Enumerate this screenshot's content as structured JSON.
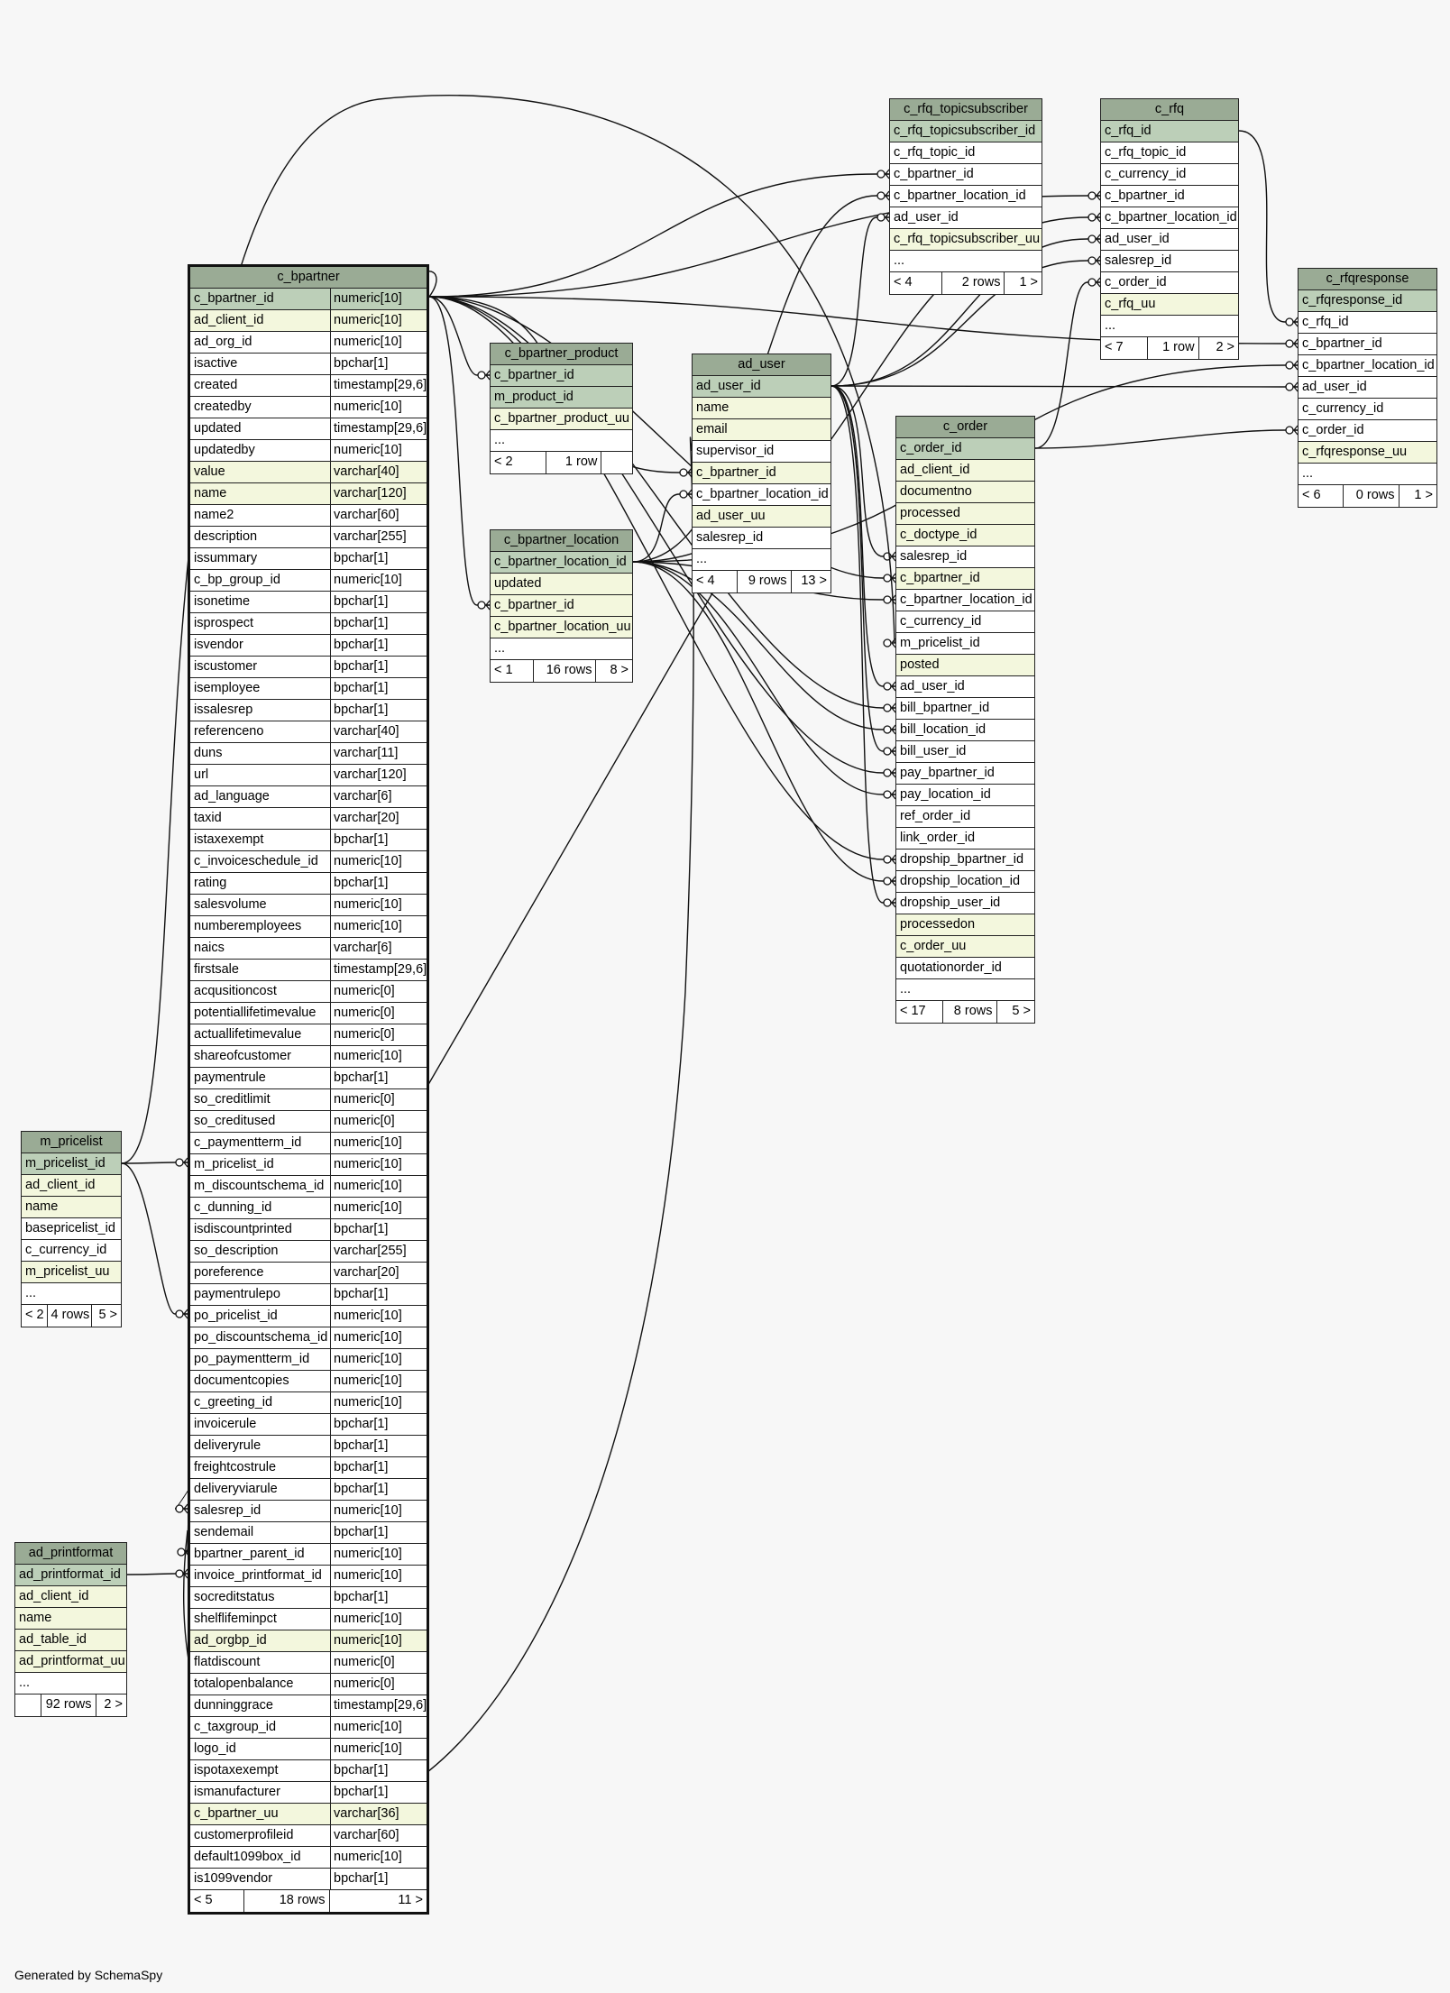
{
  "footer": "Generated by SchemaSpy",
  "colors": {
    "header": "#9aab95",
    "primary_key": "#bccfb8",
    "indexed": "#f3f7dd",
    "plain": "#ffffff",
    "background": "#f7f7f7"
  },
  "tables": [
    {
      "id": "c_bpartner",
      "name": "c_bpartner",
      "focus": true,
      "columns": [
        {
          "name": "c_bpartner_id",
          "type": "numeric[10]",
          "style": "pk"
        },
        {
          "name": "ad_client_id",
          "type": "numeric[10]",
          "style": "idx"
        },
        {
          "name": "ad_org_id",
          "type": "numeric[10]",
          "style": ""
        },
        {
          "name": "isactive",
          "type": "bpchar[1]",
          "style": ""
        },
        {
          "name": "created",
          "type": "timestamp[29,6]",
          "style": ""
        },
        {
          "name": "createdby",
          "type": "numeric[10]",
          "style": ""
        },
        {
          "name": "updated",
          "type": "timestamp[29,6]",
          "style": ""
        },
        {
          "name": "updatedby",
          "type": "numeric[10]",
          "style": ""
        },
        {
          "name": "value",
          "type": "varchar[40]",
          "style": "idx"
        },
        {
          "name": "name",
          "type": "varchar[120]",
          "style": "idx"
        },
        {
          "name": "name2",
          "type": "varchar[60]",
          "style": ""
        },
        {
          "name": "description",
          "type": "varchar[255]",
          "style": ""
        },
        {
          "name": "issummary",
          "type": "bpchar[1]",
          "style": ""
        },
        {
          "name": "c_bp_group_id",
          "type": "numeric[10]",
          "style": ""
        },
        {
          "name": "isonetime",
          "type": "bpchar[1]",
          "style": ""
        },
        {
          "name": "isprospect",
          "type": "bpchar[1]",
          "style": ""
        },
        {
          "name": "isvendor",
          "type": "bpchar[1]",
          "style": ""
        },
        {
          "name": "iscustomer",
          "type": "bpchar[1]",
          "style": ""
        },
        {
          "name": "isemployee",
          "type": "bpchar[1]",
          "style": ""
        },
        {
          "name": "issalesrep",
          "type": "bpchar[1]",
          "style": ""
        },
        {
          "name": "referenceno",
          "type": "varchar[40]",
          "style": ""
        },
        {
          "name": "duns",
          "type": "varchar[11]",
          "style": ""
        },
        {
          "name": "url",
          "type": "varchar[120]",
          "style": ""
        },
        {
          "name": "ad_language",
          "type": "varchar[6]",
          "style": ""
        },
        {
          "name": "taxid",
          "type": "varchar[20]",
          "style": ""
        },
        {
          "name": "istaxexempt",
          "type": "bpchar[1]",
          "style": ""
        },
        {
          "name": "c_invoiceschedule_id",
          "type": "numeric[10]",
          "style": ""
        },
        {
          "name": "rating",
          "type": "bpchar[1]",
          "style": ""
        },
        {
          "name": "salesvolume",
          "type": "numeric[10]",
          "style": ""
        },
        {
          "name": "numberemployees",
          "type": "numeric[10]",
          "style": ""
        },
        {
          "name": "naics",
          "type": "varchar[6]",
          "style": ""
        },
        {
          "name": "firstsale",
          "type": "timestamp[29,6]",
          "style": ""
        },
        {
          "name": "acqusitioncost",
          "type": "numeric[0]",
          "style": ""
        },
        {
          "name": "potentiallifetimevalue",
          "type": "numeric[0]",
          "style": ""
        },
        {
          "name": "actuallifetimevalue",
          "type": "numeric[0]",
          "style": ""
        },
        {
          "name": "shareofcustomer",
          "type": "numeric[10]",
          "style": ""
        },
        {
          "name": "paymentrule",
          "type": "bpchar[1]",
          "style": ""
        },
        {
          "name": "so_creditlimit",
          "type": "numeric[0]",
          "style": ""
        },
        {
          "name": "so_creditused",
          "type": "numeric[0]",
          "style": ""
        },
        {
          "name": "c_paymentterm_id",
          "type": "numeric[10]",
          "style": ""
        },
        {
          "name": "m_pricelist_id",
          "type": "numeric[10]",
          "style": ""
        },
        {
          "name": "m_discountschema_id",
          "type": "numeric[10]",
          "style": ""
        },
        {
          "name": "c_dunning_id",
          "type": "numeric[10]",
          "style": ""
        },
        {
          "name": "isdiscountprinted",
          "type": "bpchar[1]",
          "style": ""
        },
        {
          "name": "so_description",
          "type": "varchar[255]",
          "style": ""
        },
        {
          "name": "poreference",
          "type": "varchar[20]",
          "style": ""
        },
        {
          "name": "paymentrulepo",
          "type": "bpchar[1]",
          "style": ""
        },
        {
          "name": "po_pricelist_id",
          "type": "numeric[10]",
          "style": ""
        },
        {
          "name": "po_discountschema_id",
          "type": "numeric[10]",
          "style": ""
        },
        {
          "name": "po_paymentterm_id",
          "type": "numeric[10]",
          "style": ""
        },
        {
          "name": "documentcopies",
          "type": "numeric[10]",
          "style": ""
        },
        {
          "name": "c_greeting_id",
          "type": "numeric[10]",
          "style": ""
        },
        {
          "name": "invoicerule",
          "type": "bpchar[1]",
          "style": ""
        },
        {
          "name": "deliveryrule",
          "type": "bpchar[1]",
          "style": ""
        },
        {
          "name": "freightcostrule",
          "type": "bpchar[1]",
          "style": ""
        },
        {
          "name": "deliveryviarule",
          "type": "bpchar[1]",
          "style": ""
        },
        {
          "name": "salesrep_id",
          "type": "numeric[10]",
          "style": ""
        },
        {
          "name": "sendemail",
          "type": "bpchar[1]",
          "style": ""
        },
        {
          "name": "bpartner_parent_id",
          "type": "numeric[10]",
          "style": ""
        },
        {
          "name": "invoice_printformat_id",
          "type": "numeric[10]",
          "style": ""
        },
        {
          "name": "socreditstatus",
          "type": "bpchar[1]",
          "style": ""
        },
        {
          "name": "shelflifeminpct",
          "type": "numeric[10]",
          "style": ""
        },
        {
          "name": "ad_orgbp_id",
          "type": "numeric[10]",
          "style": "idx"
        },
        {
          "name": "flatdiscount",
          "type": "numeric[0]",
          "style": ""
        },
        {
          "name": "totalopenbalance",
          "type": "numeric[0]",
          "style": ""
        },
        {
          "name": "dunninggrace",
          "type": "timestamp[29,6]",
          "style": ""
        },
        {
          "name": "c_taxgroup_id",
          "type": "numeric[10]",
          "style": ""
        },
        {
          "name": "logo_id",
          "type": "numeric[10]",
          "style": ""
        },
        {
          "name": "ispotaxexempt",
          "type": "bpchar[1]",
          "style": ""
        },
        {
          "name": "ismanufacturer",
          "type": "bpchar[1]",
          "style": ""
        },
        {
          "name": "c_bpartner_uu",
          "type": "varchar[36]",
          "style": "idx"
        },
        {
          "name": "customerprofileid",
          "type": "varchar[60]",
          "style": ""
        },
        {
          "name": "default1099box_id",
          "type": "numeric[10]",
          "style": ""
        },
        {
          "name": "is1099vendor",
          "type": "bpchar[1]",
          "style": ""
        }
      ],
      "footer": {
        "left": "< 5",
        "mid": "18 rows",
        "right": "11 >"
      }
    },
    {
      "id": "m_pricelist",
      "name": "m_pricelist",
      "columns": [
        {
          "name": "m_pricelist_id",
          "style": "pk"
        },
        {
          "name": "ad_client_id",
          "style": "idx"
        },
        {
          "name": "name",
          "style": "idx"
        },
        {
          "name": "basepricelist_id",
          "style": ""
        },
        {
          "name": "c_currency_id",
          "style": ""
        },
        {
          "name": "m_pricelist_uu",
          "style": "idx"
        },
        {
          "name": "...",
          "style": ""
        }
      ],
      "footer": {
        "left": "< 2",
        "mid": "4 rows",
        "right": "5 >"
      }
    },
    {
      "id": "ad_printformat",
      "name": "ad_printformat",
      "columns": [
        {
          "name": "ad_printformat_id",
          "style": "pk"
        },
        {
          "name": "ad_client_id",
          "style": "idx"
        },
        {
          "name": "name",
          "style": "idx"
        },
        {
          "name": "ad_table_id",
          "style": "idx"
        },
        {
          "name": "ad_printformat_uu",
          "style": "idx"
        },
        {
          "name": "...",
          "style": ""
        }
      ],
      "footer": {
        "left": "",
        "mid": "92 rows",
        "right": "2 >"
      }
    },
    {
      "id": "c_bpartner_product",
      "name": "c_bpartner_product",
      "columns": [
        {
          "name": "c_bpartner_id",
          "style": "pk"
        },
        {
          "name": "m_product_id",
          "style": "pk"
        },
        {
          "name": "c_bpartner_product_uu",
          "style": "idx"
        },
        {
          "name": "...",
          "style": ""
        }
      ],
      "footer": {
        "left": "< 2",
        "mid": "1 row",
        "right": ""
      }
    },
    {
      "id": "c_bpartner_location",
      "name": "c_bpartner_location",
      "columns": [
        {
          "name": "c_bpartner_location_id",
          "style": "pk"
        },
        {
          "name": "updated",
          "style": "idx"
        },
        {
          "name": "c_bpartner_id",
          "style": "idx"
        },
        {
          "name": "c_bpartner_location_uu",
          "style": "idx"
        },
        {
          "name": "...",
          "style": ""
        }
      ],
      "footer": {
        "left": "< 1",
        "mid": "16 rows",
        "right": "8 >"
      }
    },
    {
      "id": "ad_user",
      "name": "ad_user",
      "columns": [
        {
          "name": "ad_user_id",
          "style": "pk"
        },
        {
          "name": "name",
          "style": "idx"
        },
        {
          "name": "email",
          "style": "idx"
        },
        {
          "name": "supervisor_id",
          "style": ""
        },
        {
          "name": "c_bpartner_id",
          "style": "idx"
        },
        {
          "name": "c_bpartner_location_id",
          "style": ""
        },
        {
          "name": "ad_user_uu",
          "style": "idx"
        },
        {
          "name": "salesrep_id",
          "style": ""
        },
        {
          "name": "...",
          "style": ""
        }
      ],
      "footer": {
        "left": "< 4",
        "mid": "9 rows",
        "right": "13 >"
      }
    },
    {
      "id": "c_rfq_topicsubscriber",
      "name": "c_rfq_topicsubscriber",
      "columns": [
        {
          "name": "c_rfq_topicsubscriber_id",
          "style": "pk"
        },
        {
          "name": "c_rfq_topic_id",
          "style": ""
        },
        {
          "name": "c_bpartner_id",
          "style": ""
        },
        {
          "name": "c_bpartner_location_id",
          "style": ""
        },
        {
          "name": "ad_user_id",
          "style": ""
        },
        {
          "name": "c_rfq_topicsubscriber_uu",
          "style": "idx"
        },
        {
          "name": "...",
          "style": ""
        }
      ],
      "footer": {
        "left": "< 4",
        "mid": "2 rows",
        "right": "1 >"
      }
    },
    {
      "id": "c_rfq",
      "name": "c_rfq",
      "columns": [
        {
          "name": "c_rfq_id",
          "style": "pk"
        },
        {
          "name": "c_rfq_topic_id",
          "style": ""
        },
        {
          "name": "c_currency_id",
          "style": ""
        },
        {
          "name": "c_bpartner_id",
          "style": ""
        },
        {
          "name": "c_bpartner_location_id",
          "style": ""
        },
        {
          "name": "ad_user_id",
          "style": ""
        },
        {
          "name": "salesrep_id",
          "style": ""
        },
        {
          "name": "c_order_id",
          "style": ""
        },
        {
          "name": "c_rfq_uu",
          "style": "idx"
        },
        {
          "name": "...",
          "style": ""
        }
      ],
      "footer": {
        "left": "< 7",
        "mid": "1 row",
        "right": "2 >"
      }
    },
    {
      "id": "c_order",
      "name": "c_order",
      "columns": [
        {
          "name": "c_order_id",
          "style": "pk"
        },
        {
          "name": "ad_client_id",
          "style": "idx"
        },
        {
          "name": "documentno",
          "style": "idx"
        },
        {
          "name": "processed",
          "style": "idx"
        },
        {
          "name": "c_doctype_id",
          "style": "idx"
        },
        {
          "name": "salesrep_id",
          "style": ""
        },
        {
          "name": "c_bpartner_id",
          "style": "idx"
        },
        {
          "name": "c_bpartner_location_id",
          "style": ""
        },
        {
          "name": "c_currency_id",
          "style": ""
        },
        {
          "name": "m_pricelist_id",
          "style": ""
        },
        {
          "name": "posted",
          "style": "idx"
        },
        {
          "name": "ad_user_id",
          "style": ""
        },
        {
          "name": "bill_bpartner_id",
          "style": ""
        },
        {
          "name": "bill_location_id",
          "style": ""
        },
        {
          "name": "bill_user_id",
          "style": ""
        },
        {
          "name": "pay_bpartner_id",
          "style": ""
        },
        {
          "name": "pay_location_id",
          "style": ""
        },
        {
          "name": "ref_order_id",
          "style": ""
        },
        {
          "name": "link_order_id",
          "style": ""
        },
        {
          "name": "dropship_bpartner_id",
          "style": ""
        },
        {
          "name": "dropship_location_id",
          "style": ""
        },
        {
          "name": "dropship_user_id",
          "style": ""
        },
        {
          "name": "processedon",
          "style": "idx"
        },
        {
          "name": "c_order_uu",
          "style": "idx"
        },
        {
          "name": "quotationorder_id",
          "style": ""
        },
        {
          "name": "...",
          "style": ""
        }
      ],
      "footer": {
        "left": "< 17",
        "mid": "8 rows",
        "right": "5 >"
      }
    },
    {
      "id": "c_rfqresponse",
      "name": "c_rfqresponse",
      "columns": [
        {
          "name": "c_rfqresponse_id",
          "style": "pk"
        },
        {
          "name": "c_rfq_id",
          "style": ""
        },
        {
          "name": "c_bpartner_id",
          "style": ""
        },
        {
          "name": "c_bpartner_location_id",
          "style": ""
        },
        {
          "name": "ad_user_id",
          "style": ""
        },
        {
          "name": "c_currency_id",
          "style": ""
        },
        {
          "name": "c_order_id",
          "style": ""
        },
        {
          "name": "c_rfqresponse_uu",
          "style": "idx"
        },
        {
          "name": "...",
          "style": ""
        }
      ],
      "footer": {
        "left": "< 6",
        "mid": "0 rows",
        "right": "1 >"
      }
    }
  ]
}
